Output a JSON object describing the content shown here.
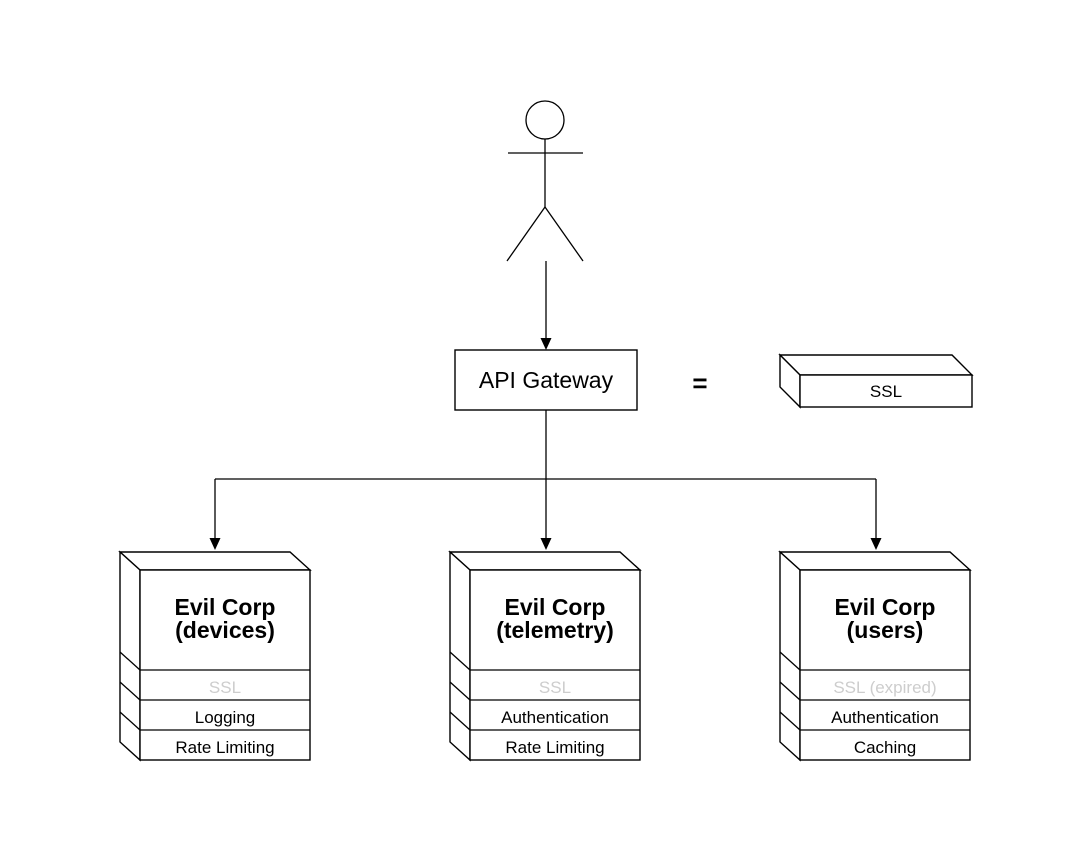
{
  "theme": {
    "bg": "#ffffff",
    "line": "#000000",
    "text": "#000000",
    "muted-text": "#cdcdcd"
  },
  "icons": {
    "actor": "stick-figure-person"
  },
  "gateway": {
    "label": "API Gateway"
  },
  "legend": {
    "equals_sign": "=",
    "slab_label": "SSL"
  },
  "stacks": [
    {
      "title_lines": [
        "Evil Corp",
        "(devices)"
      ],
      "layers": [
        {
          "label": "SSL",
          "muted": true
        },
        {
          "label": "Logging",
          "muted": false
        },
        {
          "label": "Rate Limiting",
          "muted": false
        }
      ]
    },
    {
      "title_lines": [
        "Evil Corp",
        "(telemetry)"
      ],
      "layers": [
        {
          "label": "SSL",
          "muted": true
        },
        {
          "label": "Authentication",
          "muted": false
        },
        {
          "label": "Rate Limiting",
          "muted": false
        }
      ]
    },
    {
      "title_lines": [
        "Evil Corp",
        "(users)"
      ],
      "layers": [
        {
          "label": "SSL (expired)",
          "muted": true
        },
        {
          "label": "Authentication",
          "muted": false
        },
        {
          "label": "Caching",
          "muted": false
        }
      ]
    }
  ]
}
